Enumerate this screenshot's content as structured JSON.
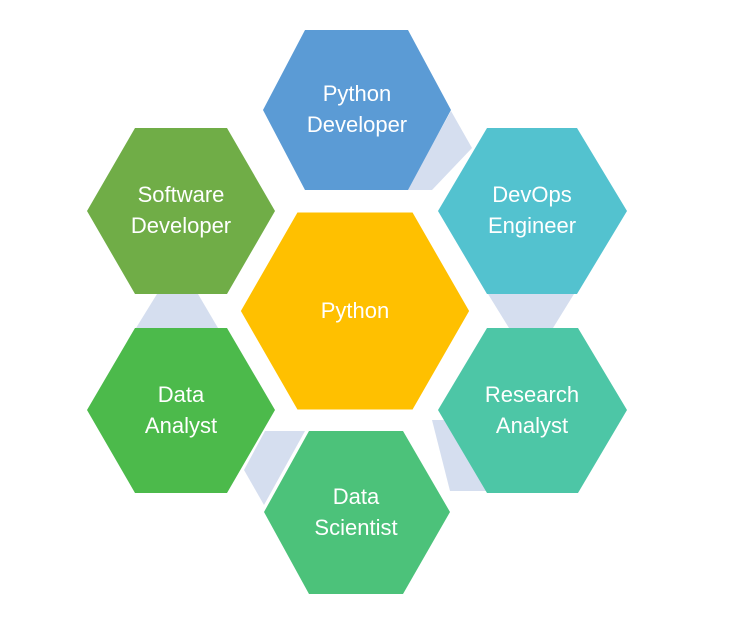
{
  "diagram": {
    "colors": {
      "connector": "#D5DEEF",
      "center": "#FFC000",
      "python_developer": "#5B9BD5",
      "devops_engineer": "#53C2CF",
      "research_analyst": "#4DC6A6",
      "data_scientist": "#4CC27A",
      "data_analyst": "#4CBA4B",
      "software_developer": "#70AD47"
    },
    "center": {
      "label_line1": "Python"
    },
    "python_developer": {
      "label_line1": "Python",
      "label_line2": "Developer"
    },
    "devops_engineer": {
      "label_line1": "DevOps",
      "label_line2": "Engineer"
    },
    "research_analyst": {
      "label_line1": "Research",
      "label_line2": "Analyst"
    },
    "data_scientist": {
      "label_line1": "Data",
      "label_line2": "Scientist"
    },
    "data_analyst": {
      "label_line1": "Data",
      "label_line2": "Analyst"
    },
    "software_developer": {
      "label_line1": "Software",
      "label_line2": "Developer"
    }
  }
}
